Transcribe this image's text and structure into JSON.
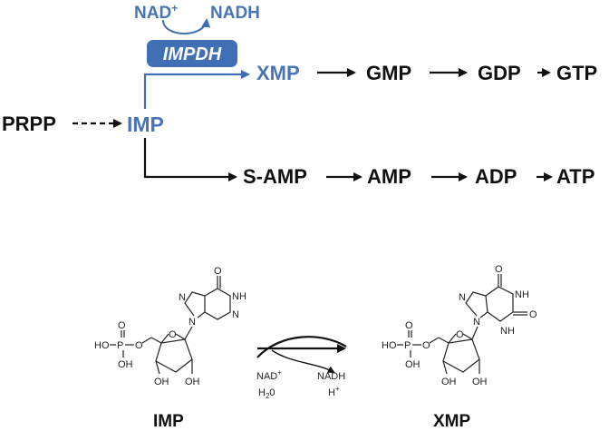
{
  "colors": {
    "accent": "#4a74b8",
    "text": "#111111",
    "enzyme_box": "#3f6fb5",
    "enzyme_text": "#ffffff"
  },
  "pathway": {
    "cofactor_in": "NAD",
    "cofactor_in_sup": "+",
    "cofactor_out": "NADH",
    "enzyme": "IMPDH",
    "start": "PRPP",
    "hub": "IMP",
    "upper_branch": [
      "XMP",
      "GMP",
      "GDP",
      "GTP"
    ],
    "lower_branch": [
      "S-AMP",
      "AMP",
      "ADP",
      "ATP"
    ]
  },
  "reaction": {
    "substrate_label": "IMP",
    "product_label": "XMP",
    "reagents": [
      "NAD",
      "H",
      "2",
      "0"
    ],
    "reagent_sups": [
      "+"
    ],
    "products": [
      "NADH",
      "H"
    ],
    "product_sups": [
      "+"
    ],
    "atoms": {
      "O": "O",
      "HO": "HO",
      "OH": "OH",
      "P": "P",
      "N": "N",
      "NH": "NH"
    }
  }
}
